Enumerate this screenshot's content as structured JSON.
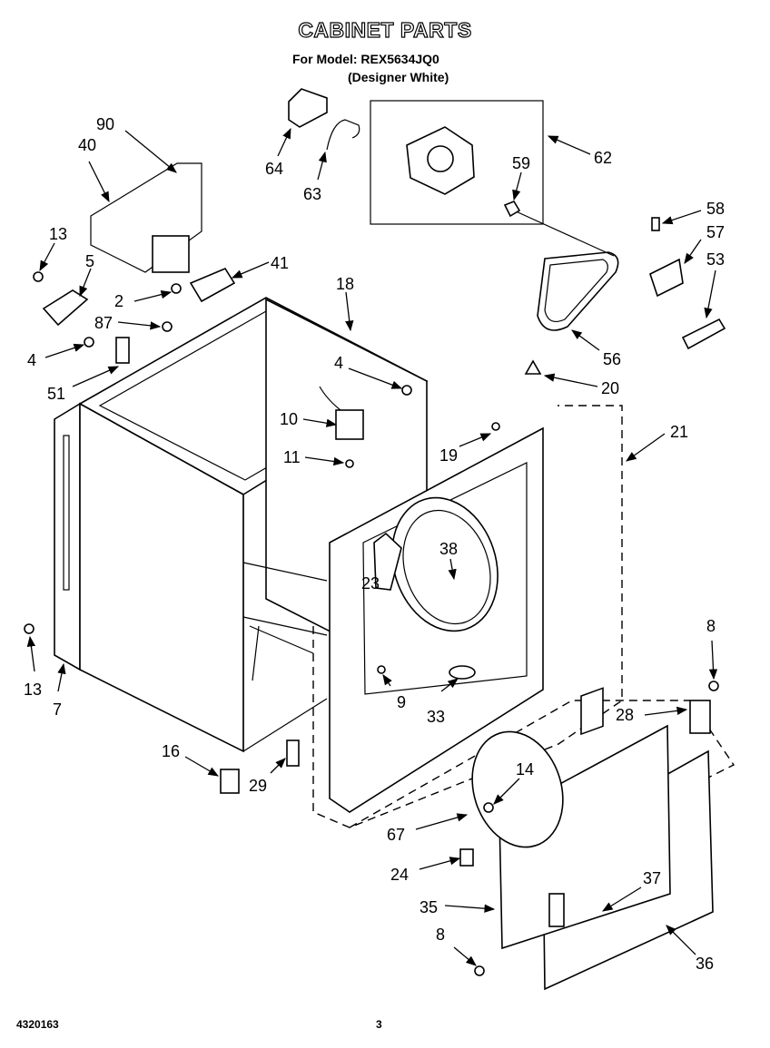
{
  "header": {
    "title": "CABINET PARTS",
    "model_line": "For Model: REX5634JQ0",
    "variant_line": "(Designer White)"
  },
  "footer": {
    "doc_number": "4320163",
    "page_number": "3"
  },
  "callouts": [
    {
      "id": "c90",
      "text": "90"
    },
    {
      "id": "c40",
      "text": "40"
    },
    {
      "id": "c13a",
      "text": "13"
    },
    {
      "id": "c5",
      "text": "5"
    },
    {
      "id": "c41",
      "text": "41"
    },
    {
      "id": "c2",
      "text": "2"
    },
    {
      "id": "c87",
      "text": "87"
    },
    {
      "id": "c4a",
      "text": "4"
    },
    {
      "id": "c51",
      "text": "51"
    },
    {
      "id": "c18",
      "text": "18"
    },
    {
      "id": "c4b",
      "text": "4"
    },
    {
      "id": "c64",
      "text": "64"
    },
    {
      "id": "c63",
      "text": "63"
    },
    {
      "id": "c62",
      "text": "62"
    },
    {
      "id": "c59",
      "text": "59"
    },
    {
      "id": "c58",
      "text": "58"
    },
    {
      "id": "c57",
      "text": "57"
    },
    {
      "id": "c53",
      "text": "53"
    },
    {
      "id": "c56",
      "text": "56"
    },
    {
      "id": "c20",
      "text": "20"
    },
    {
      "id": "c21",
      "text": "21"
    },
    {
      "id": "c10",
      "text": "10"
    },
    {
      "id": "c11",
      "text": "11"
    },
    {
      "id": "c19",
      "text": "19"
    },
    {
      "id": "c38",
      "text": "38"
    },
    {
      "id": "c23",
      "text": "23"
    },
    {
      "id": "c9",
      "text": "9"
    },
    {
      "id": "c33",
      "text": "33"
    },
    {
      "id": "c8a",
      "text": "8"
    },
    {
      "id": "c28",
      "text": "28"
    },
    {
      "id": "c13b",
      "text": "13"
    },
    {
      "id": "c7",
      "text": "7"
    },
    {
      "id": "c16",
      "text": "16"
    },
    {
      "id": "c29",
      "text": "29"
    },
    {
      "id": "c14",
      "text": "14"
    },
    {
      "id": "c67",
      "text": "67"
    },
    {
      "id": "c37",
      "text": "37"
    },
    {
      "id": "c24",
      "text": "24"
    },
    {
      "id": "c35",
      "text": "35"
    },
    {
      "id": "c8b",
      "text": "8"
    },
    {
      "id": "c36",
      "text": "36"
    }
  ]
}
